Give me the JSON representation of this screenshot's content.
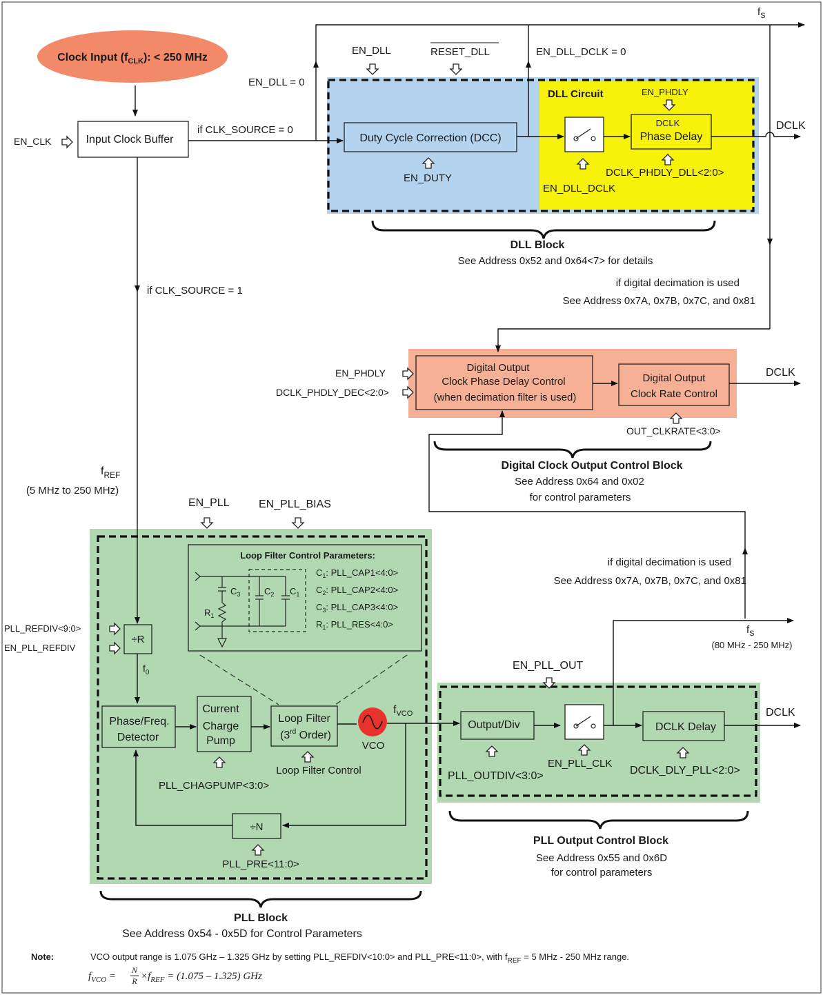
{
  "clock_input": {
    "label_pre": "Clock Input (f",
    "label_sub": "CLK",
    "label_post": "): < 250 MHz"
  },
  "inputs": {
    "en_clk": "EN_CLK",
    "input_clock_buffer": "Input Clock Buffer",
    "if_clk_source_0": "if CLK_SOURCE = 0",
    "if_clk_source_1": "if CLK_SOURCE = 1",
    "fref": "f",
    "fref_sub": "REF",
    "fref_range": "(5 MHz to 250 MHz)"
  },
  "dll": {
    "en_dll": "EN_DLL",
    "reset_dll": "RESET_DLL",
    "en_dll_eq0": "EN_DLL = 0",
    "en_dll_dclk_eq0": "EN_DLL_DCLK = 0",
    "fs": "f",
    "fs_sub": "S",
    "dcc": "Duty Cycle Correction (DCC)",
    "en_duty": "EN_DUTY",
    "dll_circuit": "DLL Circuit",
    "en_phdly": "EN_PHDLY",
    "dclk_phase_delay_1": "DCLK",
    "dclk_phase_delay_2": "Phase Delay",
    "dclk_phdly_dll": "DCLK_PHDLY_DLL<2:0>",
    "en_dll_dclk": "EN_DLL_DCLK",
    "dclk_out": "DCLK",
    "block_title": "DLL Block",
    "block_desc": "See Address 0x52 and 0x64<7> for details"
  },
  "decimation_top": {
    "line1": "if digital decimation is used",
    "line2": "See Address 0x7A, 0x7B, 0x7C, and 0x81"
  },
  "digital_clock": {
    "en_phdly": "EN_PHDLY",
    "dclk_phdly_dec": "DCLK_PHDLY_DEC<2:0>",
    "phase_ctrl_1": "Digital Output",
    "phase_ctrl_2": "Clock Phase Delay Control",
    "phase_ctrl_3": "(when decimation filter is used)",
    "rate_ctrl_1": "Digital Output",
    "rate_ctrl_2": "Clock Rate Control",
    "out_clkrate": "OUT_CLKRATE<3:0>",
    "dclk_out": "DCLK",
    "block_title": "Digital Clock Output Control Block",
    "block_desc_1": "See Address 0x64 and 0x02",
    "block_desc_2": "for control parameters"
  },
  "pll": {
    "en_pll": "EN_PLL",
    "en_pll_bias": "EN_PLL_BIAS",
    "loop_filter_title": "Loop Filter Control Parameters:",
    "c3": "C",
    "c3_sub": "3",
    "c2": "C",
    "c2_sub": "2",
    "c1": "C",
    "c1_sub": "1",
    "r1": "R",
    "r1_sub": "1",
    "param_c1": ": PLL_CAP1<4:0>",
    "param_c2": ": PLL_CAP2<4:0>",
    "param_c3": ": PLL_CAP3<4:0>",
    "param_r1": ": PLL_RES<4:0>",
    "pll_refdiv": "PLL_REFDIV<9:0>",
    "en_pll_refdiv": "EN_PLL_REFDIV",
    "div_r": "÷R",
    "f0": "f",
    "f0_sub": "0",
    "pfd_1": "Phase/Freq.",
    "pfd_2": "Detector",
    "cp_1": "Current",
    "cp_2": "Charge",
    "cp_3": "Pump",
    "lf_1": "Loop Filter",
    "lf_2a": "(3",
    "lf_2sup": "rd",
    "lf_2b": " Order)",
    "vco": "VCO",
    "fvco": "f",
    "fvco_sub": "VCO",
    "loop_filter_control": "Loop Filter Control",
    "chagpump": "PLL_CHAGPUMP<3:0>",
    "div_n": "÷N",
    "pll_pre": "PLL_PRE<11:0>",
    "block_title": "PLL Block",
    "block_desc": "See Address 0x54 - 0x5D for Control Parameters"
  },
  "decimation_mid": {
    "line1": "if digital decimation is used",
    "line2": "See Address 0x7A, 0x7B, 0x7C, and 0x81"
  },
  "pll_output": {
    "fs": "f",
    "fs_sub": "S",
    "fs_range": "(80 MHz - 250 MHz)",
    "en_pll_out": "EN_PLL_OUT",
    "output_div": "Output/Div",
    "outdiv": "PLL_OUTDIV<3:0>",
    "en_pll_clk": "EN_PLL_CLK",
    "dclk_delay": "DCLK Delay",
    "dclk_dly_pll": "DCLK_DLY_PLL<2:0>",
    "dclk_out": "DCLK",
    "block_title": "PLL Output Control Block",
    "block_desc_1": "See Address 0x55 and 0x6D",
    "block_desc_2": "for control parameters"
  },
  "note": {
    "label": "Note:",
    "text_pre": "VCO output range is 1.075 GHz – 1.325 GHz by setting PLL_REFDIV<10:0> and PLL_PRE<11:0>, with f",
    "text_sub": "REF",
    "text_post": " = 5 MHz - 250 MHz range.",
    "formula_lhs": "f",
    "formula_lhs_sub": "VCO",
    "formula_eq": " = ",
    "formula_frac_num": "N",
    "formula_frac_den": "R",
    "formula_times": "×f",
    "formula_ref_sub": "REF",
    "formula_rhs": " = (1.075 – 1.325) GHz"
  },
  "colors": {
    "dll_blue": "#b3d3ee",
    "dll_yellow": "#f7f20a",
    "salmon": "#f6b095",
    "pll_green": "#b2d8b2",
    "clock_oval": "#f28a6a",
    "vco_red": "#e8322e"
  }
}
